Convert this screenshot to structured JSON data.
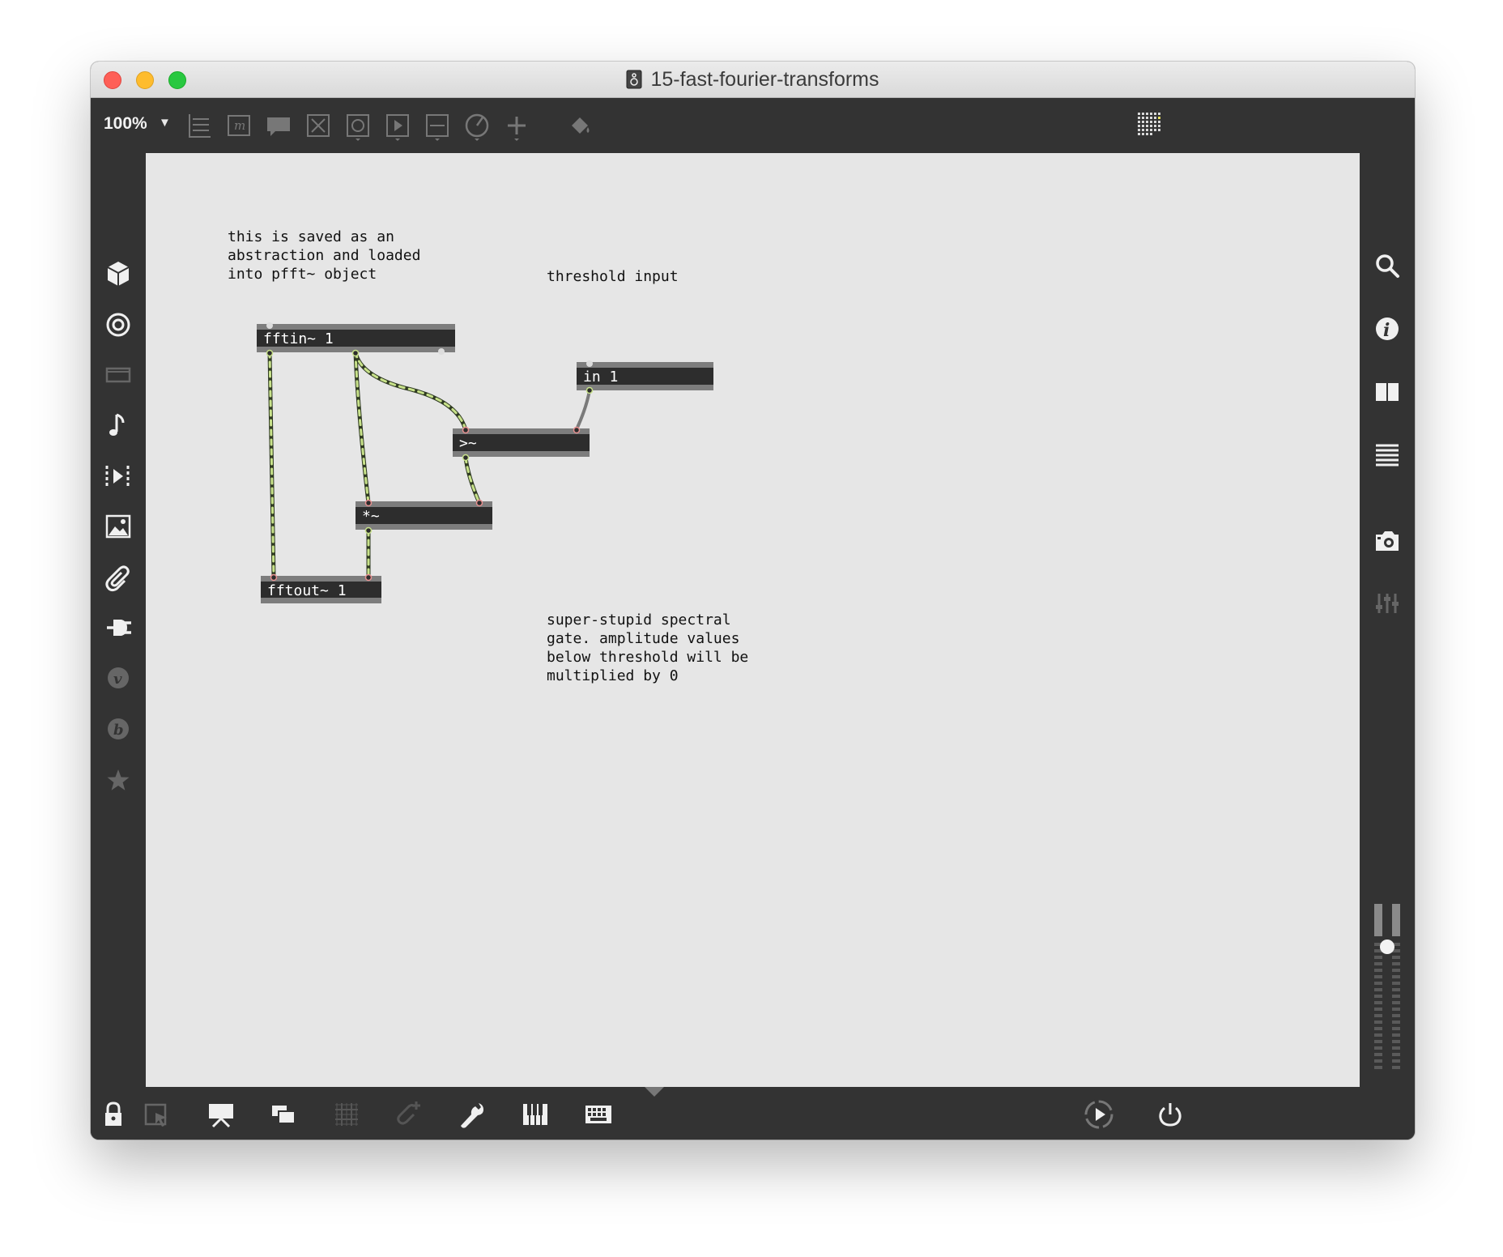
{
  "window": {
    "title": "15-fast-fourier-transforms"
  },
  "toolbar": {
    "zoom": "100%",
    "icons": [
      "new-object-icon",
      "message-icon",
      "comment-icon",
      "toggle-icon",
      "button-icon",
      "playbar-icon",
      "slider-icon",
      "dial-icon",
      "add-icon",
      "paint-bucket-icon",
      "grid-dots-icon"
    ]
  },
  "left_sidebar": {
    "icons": [
      "cube-icon",
      "target-icon",
      "window-icon",
      "music-note-icon",
      "step-play-icon",
      "image-icon",
      "paperclip-icon",
      "plug-icon",
      "v-icon",
      "b-icon",
      "star-icon"
    ]
  },
  "right_sidebar": {
    "icons": [
      "search-icon",
      "info-icon",
      "book-icon",
      "list-icon",
      "camera-icon",
      "mixer-sliders-icon"
    ]
  },
  "patcher": {
    "comments": {
      "abstraction_note": "this is saved as an\nabstraction and loaded\ninto pfft~ object",
      "threshold_label": "threshold input",
      "gate_note": "super-stupid spectral\ngate. amplitude values\nbelow threshold will be\nmultiplied by 0"
    },
    "objects": {
      "fftin": "fftin~ 1",
      "in": "in 1",
      "gte": ">~",
      "mul": "*~",
      "fftout": "fftout~ 1"
    }
  },
  "bottom_toolbar": {
    "icons": [
      "lock-icon",
      "select-icon",
      "presentation-icon",
      "windows-icon",
      "grid-icon",
      "attach-icon",
      "wrench-icon",
      "piano-icon",
      "keyboard-icon",
      "audio-play-icon",
      "power-icon"
    ]
  }
}
